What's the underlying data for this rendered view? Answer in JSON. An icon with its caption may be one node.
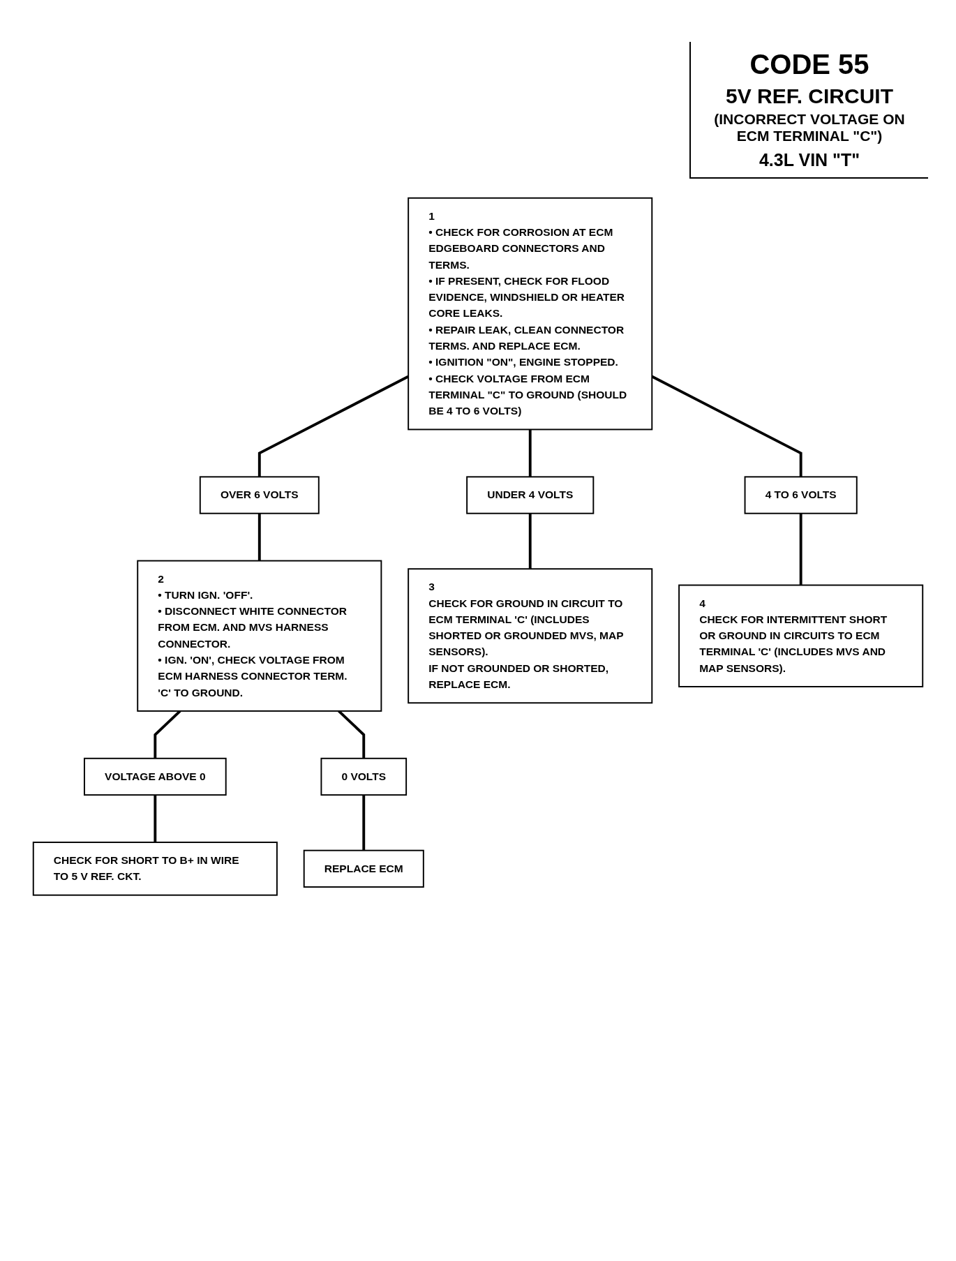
{
  "diagram": {
    "title": "CODE 55",
    "labels": [
      "5V REF. CIRCUIT",
      "(INCORRECT VOLTAGE ON ECM TERMINAL \"C\")",
      "4.3L VIN \"T\""
    ],
    "nodes": [
      {
        "text": [
          "1",
          "• CHECK FOR CORROSION AT ECM EDGEBOARD CONNECTORS AND TERMS.",
          "• IF PRESENT, CHECK FOR FLOOD EVIDENCE, WINDSHIELD OR HEATER CORE LEAKS.",
          "• REPAIR LEAK, CLEAN CONNECTOR TERMS. AND REPLACE ECM.",
          "• IGNITION \"ON\", ENGINE STOPPED.",
          "• CHECK VOLTAGE FROM ECM TERMINAL \"C\" TO GROUND (SHOULD BE 4 TO 6 VOLTS)"
        ]
      },
      {
        "text": [
          "OVER 6 VOLTS"
        ]
      },
      {
        "text": [
          "UNDER 4 VOLTS"
        ]
      },
      {
        "text": [
          "4 TO 6 VOLTS"
        ]
      },
      {
        "text": [
          "2",
          "• TURN IGN. 'OFF'.",
          "• DISCONNECT WHITE CONNECTOR FROM ECM. AND MVS HARNESS CONNECTOR.",
          "• IGN. 'ON', CHECK VOLTAGE FROM ECM HARNESS CONNECTOR TERM. 'C' TO GROUND."
        ]
      },
      {
        "text": [
          "3",
          "CHECK FOR GROUND IN CIRCUIT TO ECM TERMINAL 'C' (INCLUDES SHORTED OR GROUNDED MVS, MAP SENSORS).",
          "IF NOT GROUNDED OR SHORTED, REPLACE ECM."
        ]
      },
      {
        "text": [
          "4",
          "CHECK FOR INTERMITTENT SHORT OR GROUND IN CIRCUITS TO ECM TERMINAL 'C' (INCLUDES MVS AND MAP SENSORS)."
        ]
      },
      {
        "text": [
          "VOLTAGE ABOVE 0"
        ]
      },
      {
        "text": [
          "0 VOLTS"
        ]
      },
      {
        "text": [
          "CHECK FOR SHORT TO B+ IN WIRE TO 5 V REF. CKT."
        ]
      },
      {
        "text": [
          "REPLACE ECM"
        ]
      }
    ],
    "edges": [
      {
        "from": 0,
        "to": 1,
        "arrow": "none"
      },
      {
        "from": 0,
        "to": 2,
        "arrow": "none"
      },
      {
        "from": 0,
        "to": 3,
        "arrow": "none"
      },
      {
        "from": 1,
        "to": 4,
        "arrow": "none"
      },
      {
        "from": 2,
        "to": 5,
        "arrow": "none"
      },
      {
        "from": 3,
        "to": 6,
        "arrow": "none"
      },
      {
        "from": 4,
        "to": 7,
        "arrow": "none"
      },
      {
        "from": 4,
        "to": 8,
        "arrow": "none"
      },
      {
        "from": 7,
        "to": 9,
        "arrow": "none"
      },
      {
        "from": 8,
        "to": 10,
        "arrow": "none"
      }
    ]
  }
}
